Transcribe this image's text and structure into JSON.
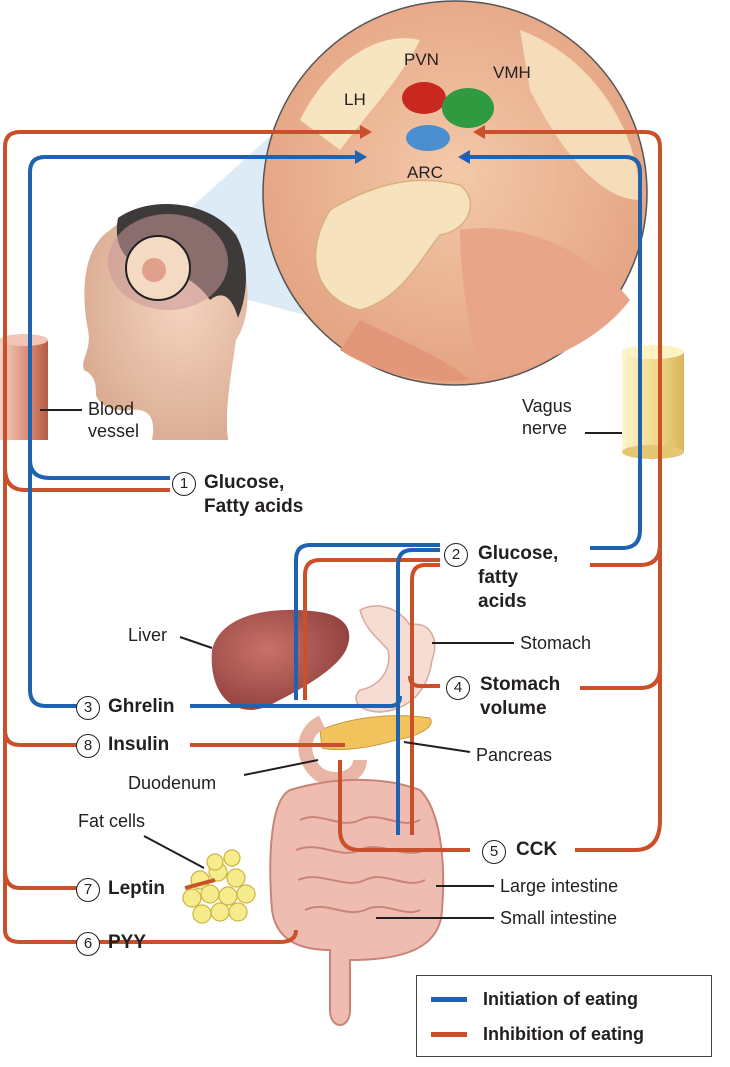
{
  "brain_regions": {
    "pvn": "PVN",
    "vmh": "VMH",
    "lh": "LH",
    "arc": "ARC"
  },
  "labels": {
    "blood_vessel": [
      "Blood",
      "vessel"
    ],
    "vagus_nerve": [
      "Vagus",
      "nerve"
    ],
    "liver": "Liver",
    "stomach": "Stomach",
    "pancreas": "Pancreas",
    "duodenum": "Duodenum",
    "fat_cells": "Fat cells",
    "large_intestine": "Large intestine",
    "small_intestine": "Small intestine"
  },
  "signals": [
    {
      "num": "1",
      "lines": [
        "Glucose,",
        "Fatty acids"
      ]
    },
    {
      "num": "2",
      "lines": [
        "Glucose,",
        "fatty",
        "acids"
      ]
    },
    {
      "num": "3",
      "lines": [
        "Ghrelin"
      ]
    },
    {
      "num": "4",
      "lines": [
        "Stomach",
        "volume"
      ]
    },
    {
      "num": "5",
      "lines": [
        "CCK"
      ]
    },
    {
      "num": "6",
      "lines": [
        "PYY"
      ]
    },
    {
      "num": "7",
      "lines": [
        "Leptin"
      ]
    },
    {
      "num": "8",
      "lines": [
        "Insulin"
      ]
    }
  ],
  "legend": {
    "initiation": {
      "label": "Initiation of eating",
      "color": "#1f63b0"
    },
    "inhibition": {
      "label": "Inhibition of eating",
      "color": "#c9502a"
    }
  }
}
